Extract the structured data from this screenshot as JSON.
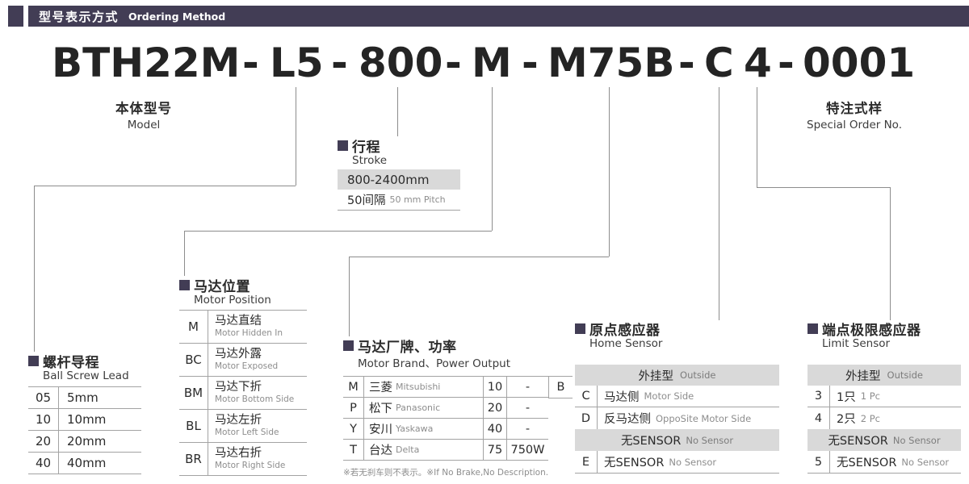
{
  "header": {
    "title_zh": "型号表示方式",
    "title_en": "Ordering Method"
  },
  "model_code": {
    "parts": [
      "BTH22M",
      "-",
      "L5",
      "-",
      "800",
      "-",
      "M",
      "-",
      "M75B",
      "-",
      "C",
      "4",
      "-",
      "0001"
    ]
  },
  "labels": {
    "model": {
      "zh": "本体型号",
      "en": "Model"
    },
    "special_order": {
      "zh": "特注式样",
      "en": "Special Order No."
    }
  },
  "stroke": {
    "title_zh": "行程",
    "title_en": "Stroke",
    "range": "800-2400mm",
    "pitch_zh": "50间隔",
    "pitch_en": "50 mm Pitch"
  },
  "ball_screw_lead": {
    "title_zh": "螺杆导程",
    "title_en": "Ball Screw Lead",
    "rows": [
      {
        "code": "05",
        "value": "5mm"
      },
      {
        "code": "10",
        "value": "10mm"
      },
      {
        "code": "20",
        "value": "20mm"
      },
      {
        "code": "40",
        "value": "40mm"
      }
    ]
  },
  "motor_position": {
    "title_zh": "马达位置",
    "title_en": "Motor Position",
    "rows": [
      {
        "code": "M",
        "zh": "马达直结",
        "en": "Motor Hidden In"
      },
      {
        "code": "BC",
        "zh": "马达外露",
        "en": "Motor Exposed"
      },
      {
        "code": "BM",
        "zh": "马达下折",
        "en": "Motor Bottom Side"
      },
      {
        "code": "BL",
        "zh": "马达左折",
        "en": "Motor Left Side"
      },
      {
        "code": "BR",
        "zh": "马达右折",
        "en": "Motor Right Side"
      }
    ]
  },
  "motor_brand": {
    "title_zh": "马达厂牌、功率",
    "title_en": "Motor Brand、Power Output",
    "rows": [
      {
        "code": "M",
        "brand_zh": "三菱",
        "brand_en": "Mitsubishi",
        "power_code": "10",
        "power": "-"
      },
      {
        "code": "P",
        "brand_zh": "松下",
        "brand_en": "Panasonic",
        "power_code": "20",
        "power": "-"
      },
      {
        "code": "Y",
        "brand_zh": "安川",
        "brand_en": "Yaskawa",
        "power_code": "40",
        "power": "-"
      },
      {
        "code": "T",
        "brand_zh": "台达",
        "brand_en": "Delta",
        "power_code": "75",
        "power": "750W"
      }
    ],
    "brake_code": "B",
    "note": "※若无刹车则不表示。※If No Brake,No Description."
  },
  "home_sensor": {
    "title_zh": "原点感应器",
    "title_en": "Home Sensor",
    "group_zh": "外挂型",
    "group_en": "Outside",
    "rows": [
      {
        "code": "C",
        "zh": "马达侧",
        "en": "Motor Side"
      },
      {
        "code": "D",
        "zh": "反马达侧",
        "en": "OppoSite Motor Side"
      }
    ],
    "divider_zh": "无SENSOR",
    "divider_en": "No Sensor",
    "extra_row": {
      "code": "E",
      "zh": "无SENSOR",
      "en": "No Sensor"
    }
  },
  "limit_sensor": {
    "title_zh": "端点极限感应器",
    "title_en": "Limit Sensor",
    "group_zh": "外挂型",
    "group_en": "Outside",
    "rows": [
      {
        "code": "3",
        "zh": "1只",
        "en": "1 Pc"
      },
      {
        "code": "4",
        "zh": "2只",
        "en": "2 Pc"
      }
    ],
    "divider_zh": "无SENSOR",
    "divider_en": "No Sensor",
    "extra_row": {
      "code": "5",
      "zh": "无SENSOR",
      "en": "No Sensor"
    }
  }
}
